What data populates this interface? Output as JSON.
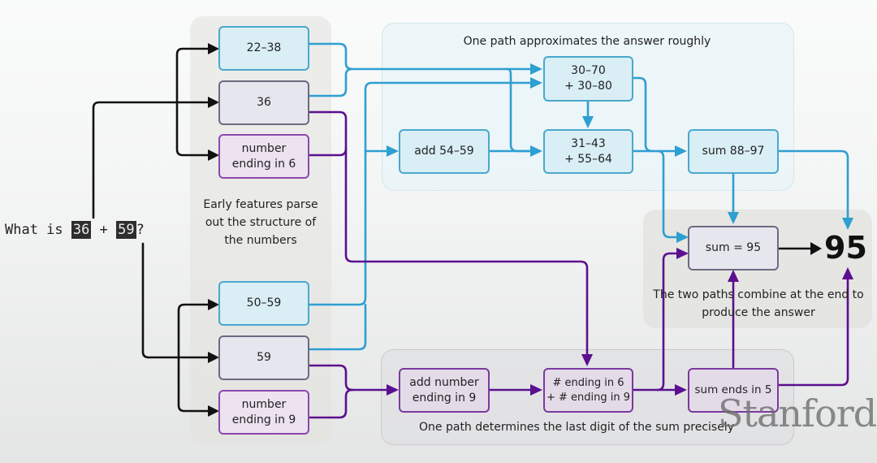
{
  "question": {
    "prefix": "What is ",
    "operand_a": "36",
    "operator": " + ",
    "operand_b": "59",
    "suffix": "?"
  },
  "early_features": {
    "caption": "Early features parse out the structure of the numbers",
    "nodes": [
      {
        "id": "range-22-38",
        "label": "22–38"
      },
      {
        "id": "num-36",
        "label": "36"
      },
      {
        "id": "ending-6",
        "label": "number ending in 6"
      },
      {
        "id": "range-50-59",
        "label": "50–59"
      },
      {
        "id": "num-59",
        "label": "59"
      },
      {
        "id": "ending-9",
        "label": "number ending in 9"
      }
    ]
  },
  "approx_path": {
    "caption": "One path approximates the answer roughly",
    "nodes": [
      {
        "id": "approx-30-70",
        "line1": "30–70",
        "line2": "+ 30–80"
      },
      {
        "id": "add-54-59",
        "label": "add 54–59"
      },
      {
        "id": "approx-31-43",
        "line1": "31–43",
        "line2": "+ 55–64"
      },
      {
        "id": "sum-88-97",
        "label": "sum 88–97"
      }
    ]
  },
  "digit_path": {
    "caption": "One path determines the last digit of the sum precisely",
    "nodes": [
      {
        "id": "add-ending-9",
        "label": "add number ending in 9"
      },
      {
        "id": "ending-6-plus-9",
        "line1": "# ending in 6",
        "line2": "+ # ending in 9"
      },
      {
        "id": "sum-ends-5",
        "label": "sum ends in 5"
      }
    ]
  },
  "combine": {
    "caption": "The two paths combine at the end to produce the answer",
    "sum_node": "sum = 95",
    "answer": "95"
  },
  "colors": {
    "approx_path": "#2e9fd1",
    "digit_path": "#5c0f8f",
    "input": "#111111"
  },
  "watermark": "Stanford"
}
